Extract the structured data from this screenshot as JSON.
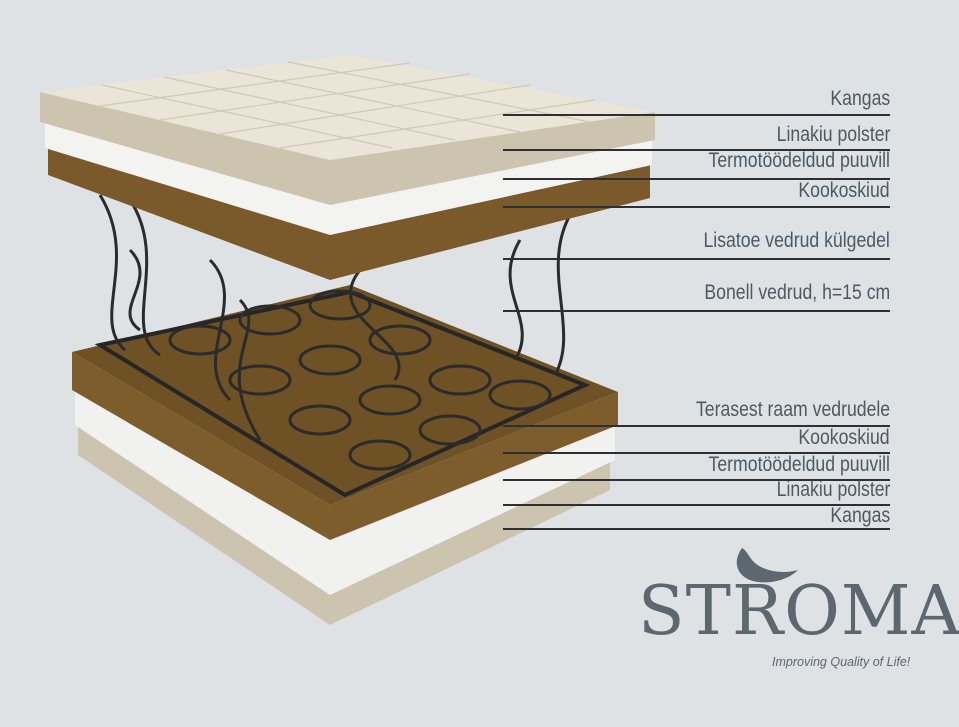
{
  "labels": [
    {
      "text": "Kangas"
    },
    {
      "text": "Linakiu polster"
    },
    {
      "text": "Termotöödeldud puuvill"
    },
    {
      "text": "Kookoskiud"
    },
    {
      "text": "Lisatoe vedrud külgedel"
    },
    {
      "text": "Bonell vedrud, h=15 cm"
    },
    {
      "text": "Terasest raam vedrudele"
    },
    {
      "text": "Kookoskiud"
    },
    {
      "text": "Termotöödeldud puuvill"
    },
    {
      "text": "Linakiu polster"
    },
    {
      "text": "Kangas"
    }
  ],
  "logo": {
    "name": "STROMA",
    "tagline": "Improving Quality of Life!"
  },
  "colors": {
    "background": "#dee2e5",
    "fabric": "#e9e4d4",
    "linen": "#cfc5b1",
    "cotton": "#f3f3f1",
    "coconut": "#7b5a2b",
    "steel": "#2a2a2a",
    "text": "#4e5961"
  }
}
